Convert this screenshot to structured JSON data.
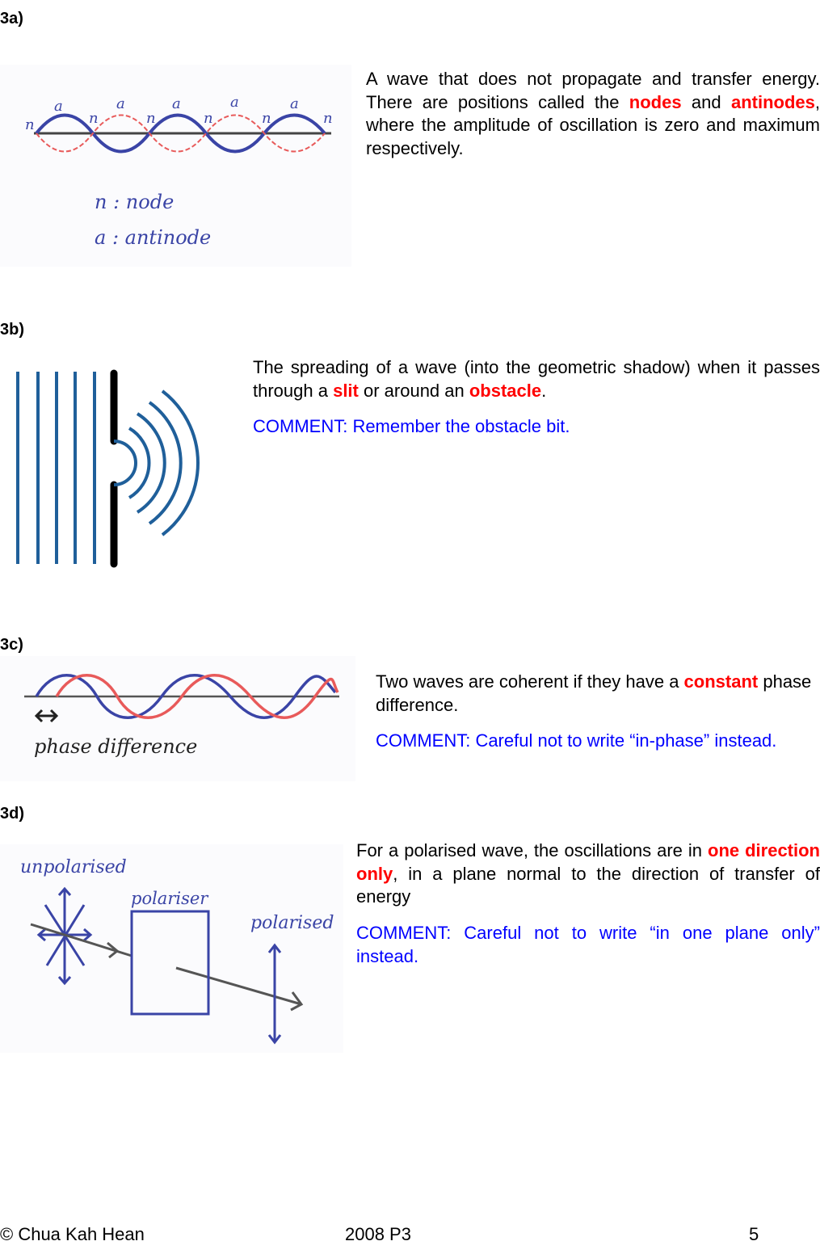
{
  "sections": {
    "a": {
      "label": "3a)",
      "text": [
        "A wave that does not propagate and transfer energy. There are positions called the ",
        "nodes",
        " and ",
        "antinodes",
        ", where the amplitude of oscillation is zero and maximum respectively."
      ],
      "figure": {
        "node_mark": "n",
        "antinode_mark": "a",
        "legend_node": "n : node",
        "legend_antinode": "a : antinode"
      }
    },
    "b": {
      "label": "3b)",
      "text": [
        "The spreading of a wave (into the geometric shadow) when it passes through a ",
        "slit",
        " or around an ",
        "obstacle",
        "."
      ],
      "comment": "COMMENT: Remember the obstacle bit."
    },
    "c": {
      "label": "3c)",
      "text": [
        "Two waves are coherent if they have a ",
        "constant",
        " phase difference."
      ],
      "comment": "COMMENT: Careful not to write “in-phase” instead.",
      "figure": {
        "caption": "phase difference"
      }
    },
    "d": {
      "label": "3d)",
      "text": [
        "For a polarised wave, the oscillations are in ",
        "one direction only",
        ", in a plane normal to the direction of transfer of energy"
      ],
      "comment": "COMMENT: Careful not to write “in one plane only” instead.",
      "figure": {
        "unpolarised": "unpolarised",
        "polariser": "polariser",
        "polarised": "polarised"
      }
    }
  },
  "footer": {
    "author": "© Chua Kah Hean",
    "paper": "2008 P3",
    "page": "5"
  },
  "colors": {
    "highlight": "#ff0000",
    "comment": "#0000ff",
    "ink_blue": "#3a44a6",
    "ink_red": "#e85a5a"
  }
}
